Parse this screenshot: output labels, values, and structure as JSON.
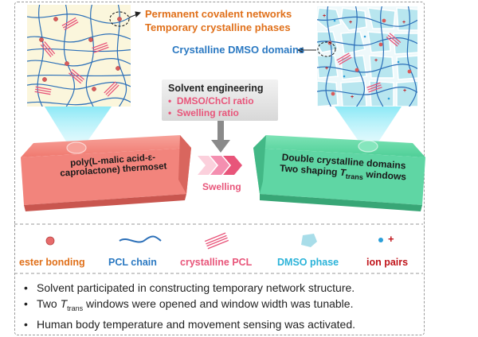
{
  "top_labels": {
    "permanent": "Permanent covalent networks",
    "temporary": "Temporary crystalline phases",
    "dmso_domains": "Crystalline DMSO domains"
  },
  "engineering": {
    "title": "Solvent engineering",
    "items": [
      "DMSO/ChCl ratio",
      "Swelling ratio"
    ]
  },
  "process": {
    "swelling": "Swelling"
  },
  "blocks": {
    "left_line1": "poly(L-malic acid-ε-",
    "left_line2": "caprolactone) thermoset",
    "right_line1": "Double crystalline domains",
    "right_line2_pre": "Two shaping ",
    "right_line2_T": "T",
    "right_line2_sub": "trans",
    "right_line2_post": " windows"
  },
  "legend": [
    {
      "label": "ester bonding",
      "color": "#e0701a"
    },
    {
      "label": "PCL chain",
      "color": "#2b79c2"
    },
    {
      "label": "crystalline PCL",
      "color": "#e8557a"
    },
    {
      "label": "DMSO phase",
      "color": "#2bb3d9"
    },
    {
      "label": "ion pairs",
      "color": "#c0151b"
    }
  ],
  "bullets": {
    "b1": "Solvent participated in constructing temporary network structure.",
    "b2_pre": "Two ",
    "b2_T": "T",
    "b2_sub": "trans",
    "b2_post": " windows were opened and window width was tunable.",
    "b3": "Human body temperature and movement sensing was activated."
  },
  "colors": {
    "pink_block": "#f2847c",
    "green_block": "#5fd6a4",
    "chain": "#2b6fb8",
    "crystal": "#e8557a",
    "node": "#d95b5b",
    "dmso": "#b8e6ef"
  }
}
